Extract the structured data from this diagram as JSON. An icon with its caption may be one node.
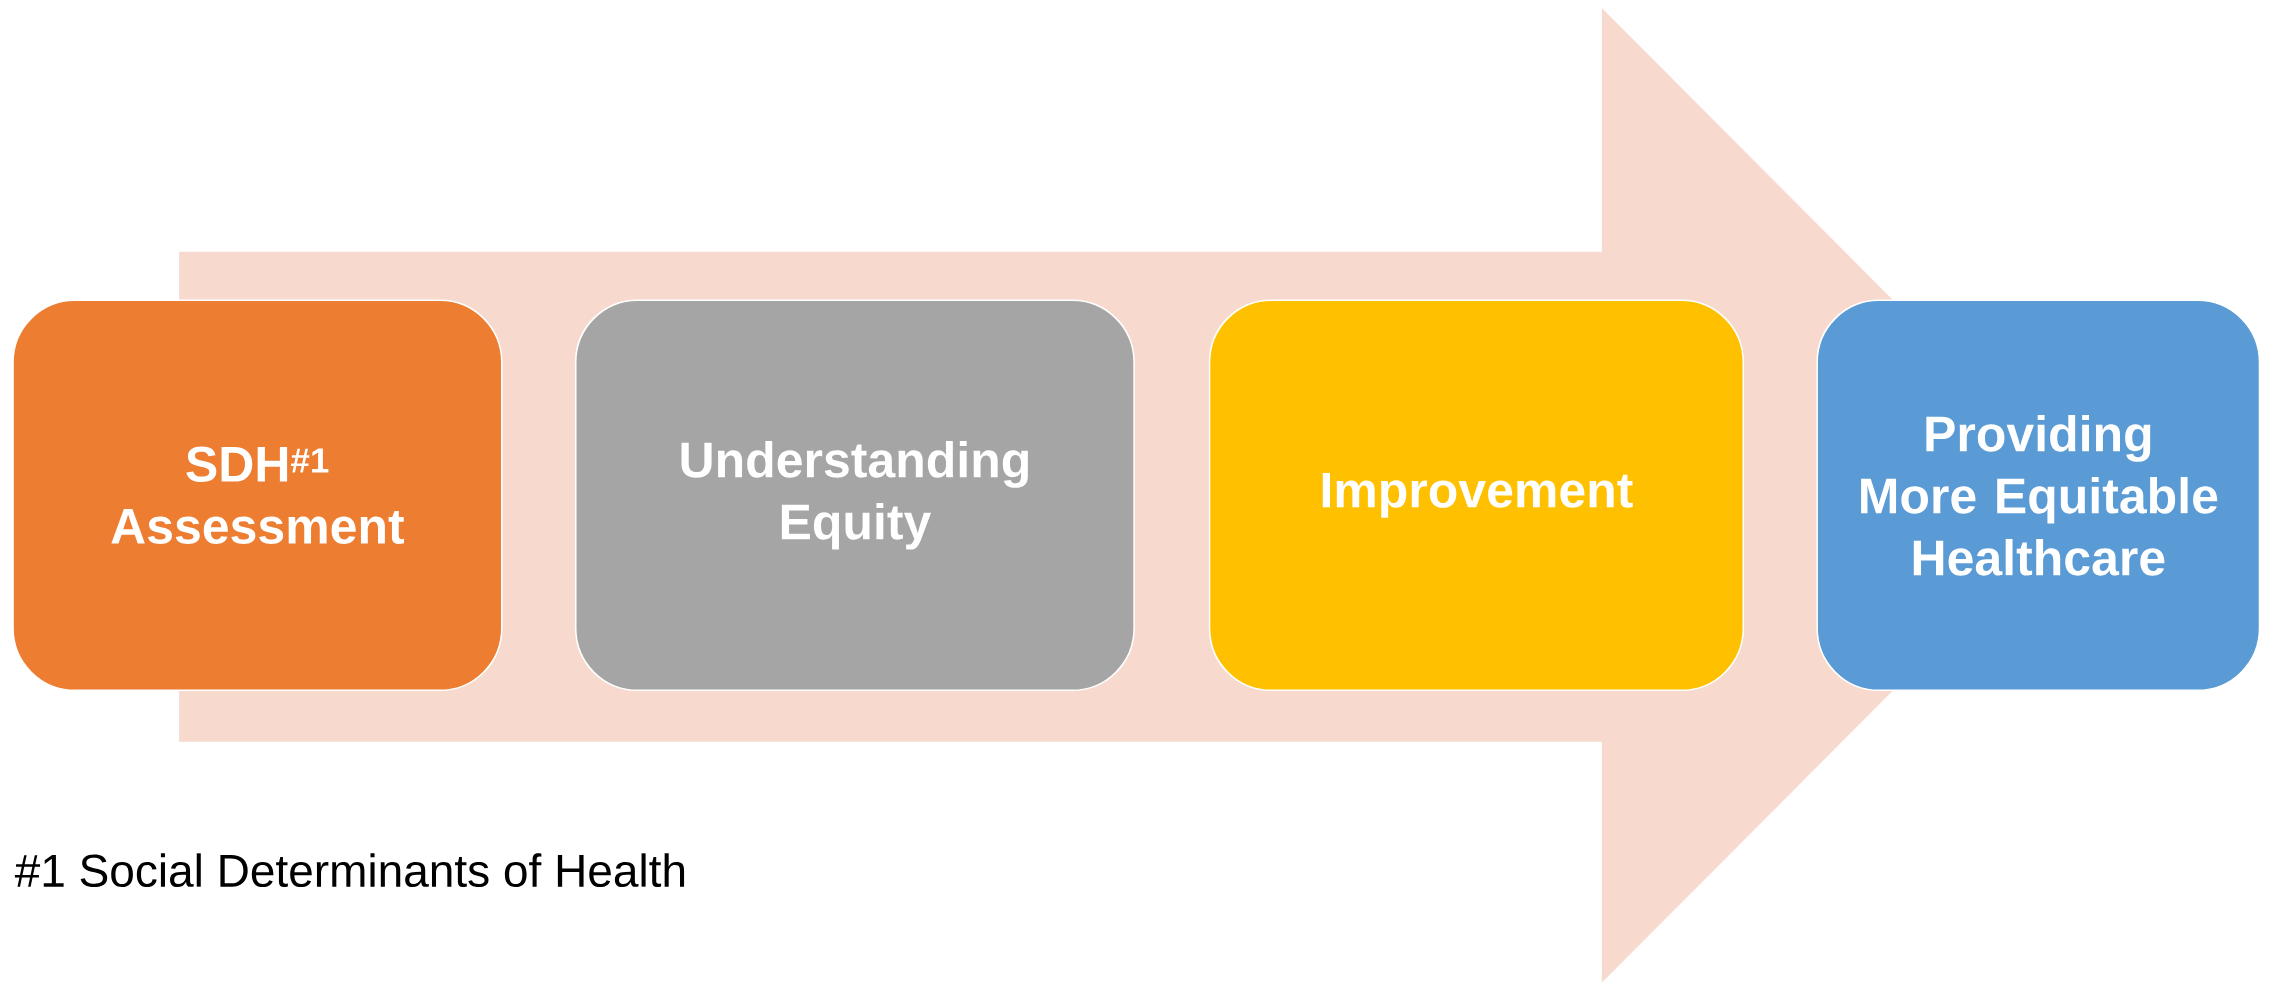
{
  "diagram": {
    "nodes": [
      {
        "text": [
          "SDH$^{#1}$ Assessment"
        ]
      },
      {
        "text": [
          "Understanding Equity"
        ]
      },
      {
        "text": [
          "Improvement"
        ]
      },
      {
        "text": [
          "Providing More Equitable Healthcare"
        ]
      }
    ],
    "edges": [
      {
        "from": 0,
        "to": 3,
        "arrow": "to"
      }
    ],
    "labels": [
      "#1 Social Determinants of Health"
    ]
  }
}
